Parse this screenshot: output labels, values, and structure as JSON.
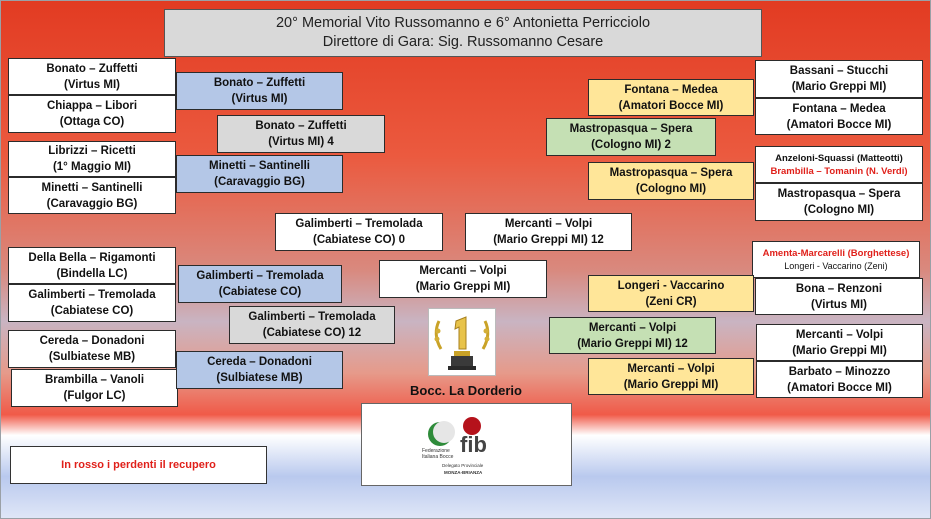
{
  "title": {
    "line1": "20° Memorial Vito Russomanno e 6° Antonietta Perricciolo",
    "line2": "Direttore di Gara: Sig. Russomanno Cesare"
  },
  "venue": "Bocc. La Dorderio",
  "legend": "In rosso i perdenti il recupero",
  "logo": {
    "brand": "fib",
    "org_line1": "Federazione",
    "org_line2": "Italiana Bocce",
    "sub_line1": "Delegato Provinciale",
    "sub_line2": "MONZA-BRIANZA"
  },
  "colors": {
    "white_box": "#ffffff",
    "blue_box": "#b4c7e7",
    "grey_box": "#d9d9d9",
    "yellow_box": "#ffe699",
    "green_box": "#c5e0b4",
    "loser_text": "#e0201a"
  },
  "matches": [
    {
      "id": "l1",
      "l1": "Bonato – Zuffetti",
      "l2": "(Virtus MI)"
    },
    {
      "id": "l2",
      "l1": "Chiappa – Libori",
      "l2": "(Ottaga CO)"
    },
    {
      "id": "l3",
      "l1": "Librizzi – Ricetti",
      "l2": "(1° Maggio MI)"
    },
    {
      "id": "l4",
      "l1": "Minetti – Santinelli",
      "l2": "(Caravaggio BG)"
    },
    {
      "id": "l5",
      "l1": "Della Bella – Rigamonti",
      "l2": "(Bindella LC)"
    },
    {
      "id": "l6",
      "l1": "Galimberti – Tremolada",
      "l2": "(Cabiatese CO)"
    },
    {
      "id": "l7",
      "l1": "Cereda – Donadoni",
      "l2": "(Sulbiatese MB)"
    },
    {
      "id": "l8",
      "l1": "Brambilla – Vanoli",
      "l2": "(Fulgor LC)"
    },
    {
      "id": "lb1",
      "l1": "Bonato – Zuffetti",
      "l2": "(Virtus MI)"
    },
    {
      "id": "lb2",
      "l1": "Minetti – Santinelli",
      "l2": "(Caravaggio BG)"
    },
    {
      "id": "lb3",
      "l1": "Galimberti – Tremolada",
      "l2": "(Cabiatese CO)"
    },
    {
      "id": "lb4",
      "l1": "Cereda – Donadoni",
      "l2": "(Sulbiatese MB)"
    },
    {
      "id": "lg1",
      "l1": "Bonato – Zuffetti",
      "l2": "(Virtus MI)    4"
    },
    {
      "id": "lg2",
      "l1": "Galimberti – Tremolada",
      "l2": "(Cabiatese CO)    12"
    },
    {
      "id": "cl",
      "l1": "Galimberti – Tremolada",
      "l2": "(Cabiatese CO)    0"
    },
    {
      "id": "cr",
      "l1": "Mercanti – Volpi",
      "l2": "(Mario Greppi MI)   12"
    },
    {
      "id": "cw",
      "l1": "Mercanti – Volpi",
      "l2": "(Mario Greppi MI)"
    },
    {
      "id": "r1",
      "l1": "Bassani – Stucchi",
      "l2": "(Mario Greppi MI)"
    },
    {
      "id": "r2",
      "l1": "Fontana – Medea",
      "l2": "(Amatori Bocce MI)"
    },
    {
      "id": "r3",
      "l1": "Anzeloni-Squassi (Matteotti)",
      "l2": "Brambilla – Tomanin (N. Verdi)"
    },
    {
      "id": "r4",
      "l1": "Mastropasqua – Spera",
      "l2": "(Cologno MI)"
    },
    {
      "id": "r5",
      "l1": "Amenta-Marcarelli (Borghettese)",
      "l2": "Longeri - Vaccarino (Zeni)"
    },
    {
      "id": "r6",
      "l1": "Bona – Renzoni",
      "l2": "(Virtus MI)"
    },
    {
      "id": "r7",
      "l1": "Mercanti – Volpi",
      "l2": "(Mario Greppi MI)"
    },
    {
      "id": "r8",
      "l1": "Barbato – Minozzo",
      "l2": "(Amatori Bocce MI)"
    },
    {
      "id": "ry1",
      "l1": "Fontana – Medea",
      "l2": "(Amatori Bocce MI)"
    },
    {
      "id": "ry2",
      "l1": "Mastropasqua – Spera",
      "l2": "(Cologno MI)"
    },
    {
      "id": "ry3",
      "l1": "Longeri - Vaccarino",
      "l2": "(Zeni CR)"
    },
    {
      "id": "ry4",
      "l1": "Mercanti – Volpi",
      "l2": "(Mario Greppi MI)"
    },
    {
      "id": "rg1",
      "l1": "Mastropasqua – Spera",
      "l2": "(Cologno MI)   2"
    },
    {
      "id": "rg2",
      "l1": "Mercanti – Volpi",
      "l2": "(Mario Greppi MI)   12"
    }
  ]
}
